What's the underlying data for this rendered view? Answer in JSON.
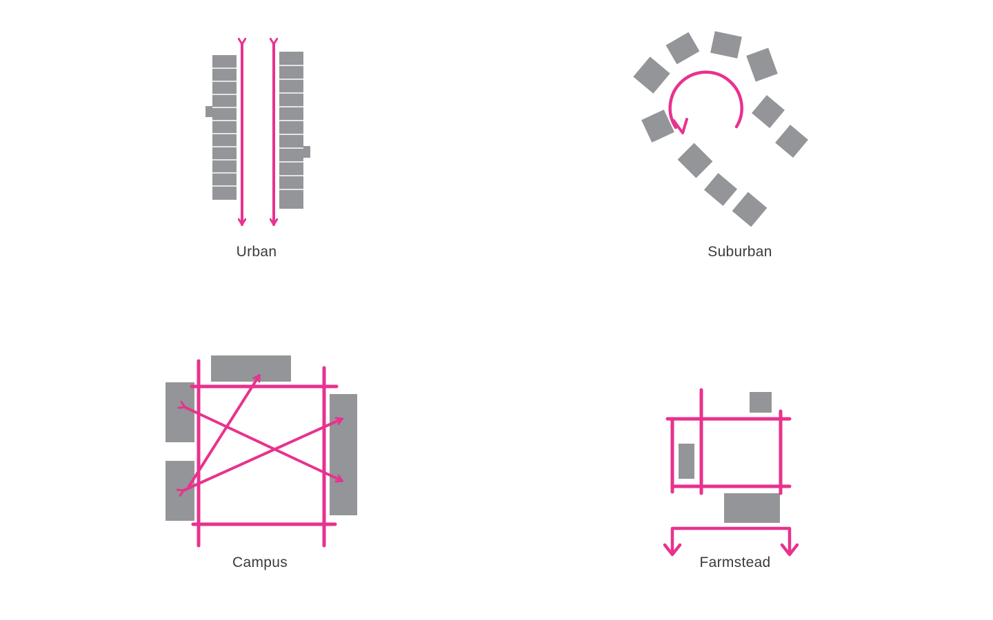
{
  "colors": {
    "accent": "#e8328e",
    "building": "#939598",
    "label": "#3a3a3a",
    "background": "#ffffff"
  },
  "diagrams": {
    "urban": {
      "label": "Urban"
    },
    "suburban": {
      "label": "Suburban"
    },
    "campus": {
      "label": "Campus"
    },
    "farmstead": {
      "label": "Farmstead"
    }
  }
}
